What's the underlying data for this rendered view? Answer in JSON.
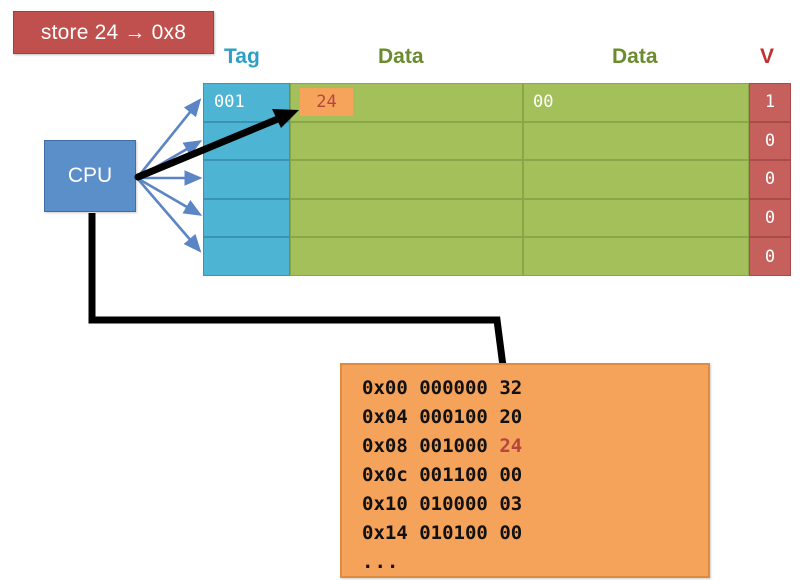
{
  "title_box": {
    "label": "store 24 → 0x8",
    "bg": "#c0504d",
    "fg": "#ffffff"
  },
  "cpu": {
    "label": "CPU",
    "bg": "#5b8fc9",
    "fg": "#ffffff"
  },
  "cache": {
    "headers": [
      {
        "label": "Tag",
        "color": "#2e9fc4"
      },
      {
        "label": "Data",
        "color": "#6b8c2e"
      },
      {
        "label": "Data",
        "color": "#6b8c2e"
      },
      {
        "label": "V",
        "color": "#c0322f"
      }
    ],
    "colors": {
      "tag_bg": "#4eb4d4",
      "data_bg": "#a4c05a",
      "valid_bg": "#c5605c",
      "highlight_bg": "#f6a45c",
      "highlight_fg": "#b5463f"
    },
    "rows": [
      {
        "tag": "001",
        "data_a": "24",
        "data_a_highlighted": true,
        "data_b": "00",
        "valid": "1"
      },
      {
        "tag": "",
        "data_a": "",
        "data_a_highlighted": false,
        "data_b": "",
        "valid": "0"
      },
      {
        "tag": "",
        "data_a": "",
        "data_a_highlighted": false,
        "data_b": "",
        "valid": "0"
      },
      {
        "tag": "",
        "data_a": "",
        "data_a_highlighted": false,
        "data_b": "",
        "valid": "0"
      },
      {
        "tag": "",
        "data_a": "",
        "data_a_highlighted": false,
        "data_b": "",
        "valid": "0"
      }
    ]
  },
  "memory": {
    "bg": "#f5a25a",
    "border": "#e08b3e",
    "ellipsis": "...",
    "rows": [
      {
        "address": "0x00",
        "index_bits": "000000",
        "value": "32",
        "highlighted": false
      },
      {
        "address": "0x04",
        "index_bits": "000100",
        "value": "20",
        "highlighted": false
      },
      {
        "address": "0x08",
        "index_bits": "001000",
        "value": "24",
        "highlighted": true
      },
      {
        "address": "0x0c",
        "index_bits": "001100",
        "value": "00",
        "highlighted": false
      },
      {
        "address": "0x10",
        "index_bits": "010000",
        "value": "03",
        "highlighted": false
      },
      {
        "address": "0x14",
        "index_bits": "010100",
        "value": "00",
        "highlighted": false
      }
    ]
  },
  "connectors": {
    "fan_arrow_color": "#5b85c5",
    "fan_arrow_count": 5,
    "main_arrow_color": "#000000",
    "memory_arrow_color": "#000000"
  }
}
